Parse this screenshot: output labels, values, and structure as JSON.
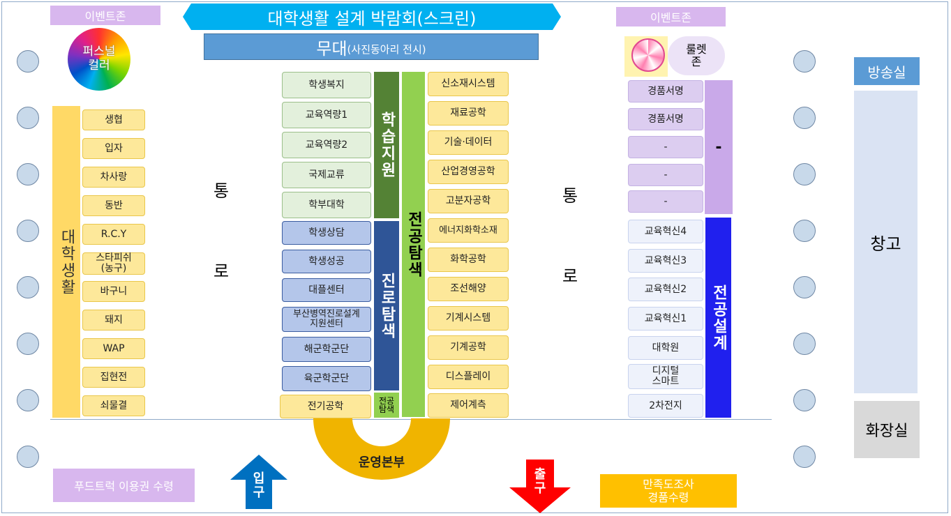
{
  "title": "대학생활 설계 박람회(스크린)",
  "stage": {
    "main": "무대",
    "sub": "(사진동아리 전시)"
  },
  "event_left": "이벤트존",
  "event_right": "이벤트존",
  "puzzle": "퍼스널\n컬러",
  "roulette": "룰렛\n존",
  "corridor_left": [
    "통",
    "로"
  ],
  "corridor_right": [
    "통",
    "로"
  ],
  "group_left": "대학생활",
  "left_booths": [
    "생협",
    "입자",
    "차사랑",
    "동반",
    "R.C.Y",
    "스타피쉬\n(농구)",
    "바구니",
    "돼지",
    "WAP",
    "집현전",
    "쇠물결"
  ],
  "study_label": "학습지원",
  "study_booths": [
    "학생복지",
    "교육역량1",
    "교육역량2",
    "국제교류",
    "학부대학"
  ],
  "career_label": "진로탐색",
  "career_booths": [
    "학생상담",
    "학생성공",
    "대플센터",
    "부산병역진로설계\n지원센터",
    "해군학군단",
    "육군학군단"
  ],
  "elec_booth": "전기공학",
  "small_label": "전공\n탐색",
  "major_label": "전공탐색",
  "major_booths": [
    "신소재시스템",
    "재료공학",
    "기술·데이터",
    "산업경영공학",
    "고분자공학",
    "에너지화학소재",
    "화학공학",
    "조선해양",
    "기계시스템",
    "기계공학",
    "디스플레이",
    "제어계측"
  ],
  "prize_booths": [
    "경품서명",
    "경품서명",
    "-",
    "-",
    "-"
  ],
  "prize_label": "-",
  "innov_booths": [
    "교육혁신4",
    "교육혁신3",
    "교육혁신2",
    "교육혁신1",
    "대학원",
    "디지털\n스마트",
    "2차전지"
  ],
  "design_label": "전공설계",
  "broadcast": "방송실",
  "storage": "창고",
  "restroom": "화장실",
  "hq": "운영본부",
  "entrance": "입\n구",
  "exit": "출\n구",
  "foodtruck": "푸드트럭 이용권 수령",
  "survey": "만족도조사\n경품수령",
  "colors": {
    "title_bg": "#00b0f0",
    "stage_bg": "#5b9bd5",
    "event_bg": "#d8b7ee",
    "left_group": "#ffd966",
    "study_group": "#548235",
    "career_group": "#2f5597",
    "major_group": "#92d050",
    "prize_group": "#c9a9e9",
    "design_group": "#2020ee",
    "hq": "#f0b400",
    "entrance": "#0070c0",
    "exit": "#ff0000",
    "survey_bg": "#ffc000",
    "food_bg": "#d8b7ee"
  }
}
